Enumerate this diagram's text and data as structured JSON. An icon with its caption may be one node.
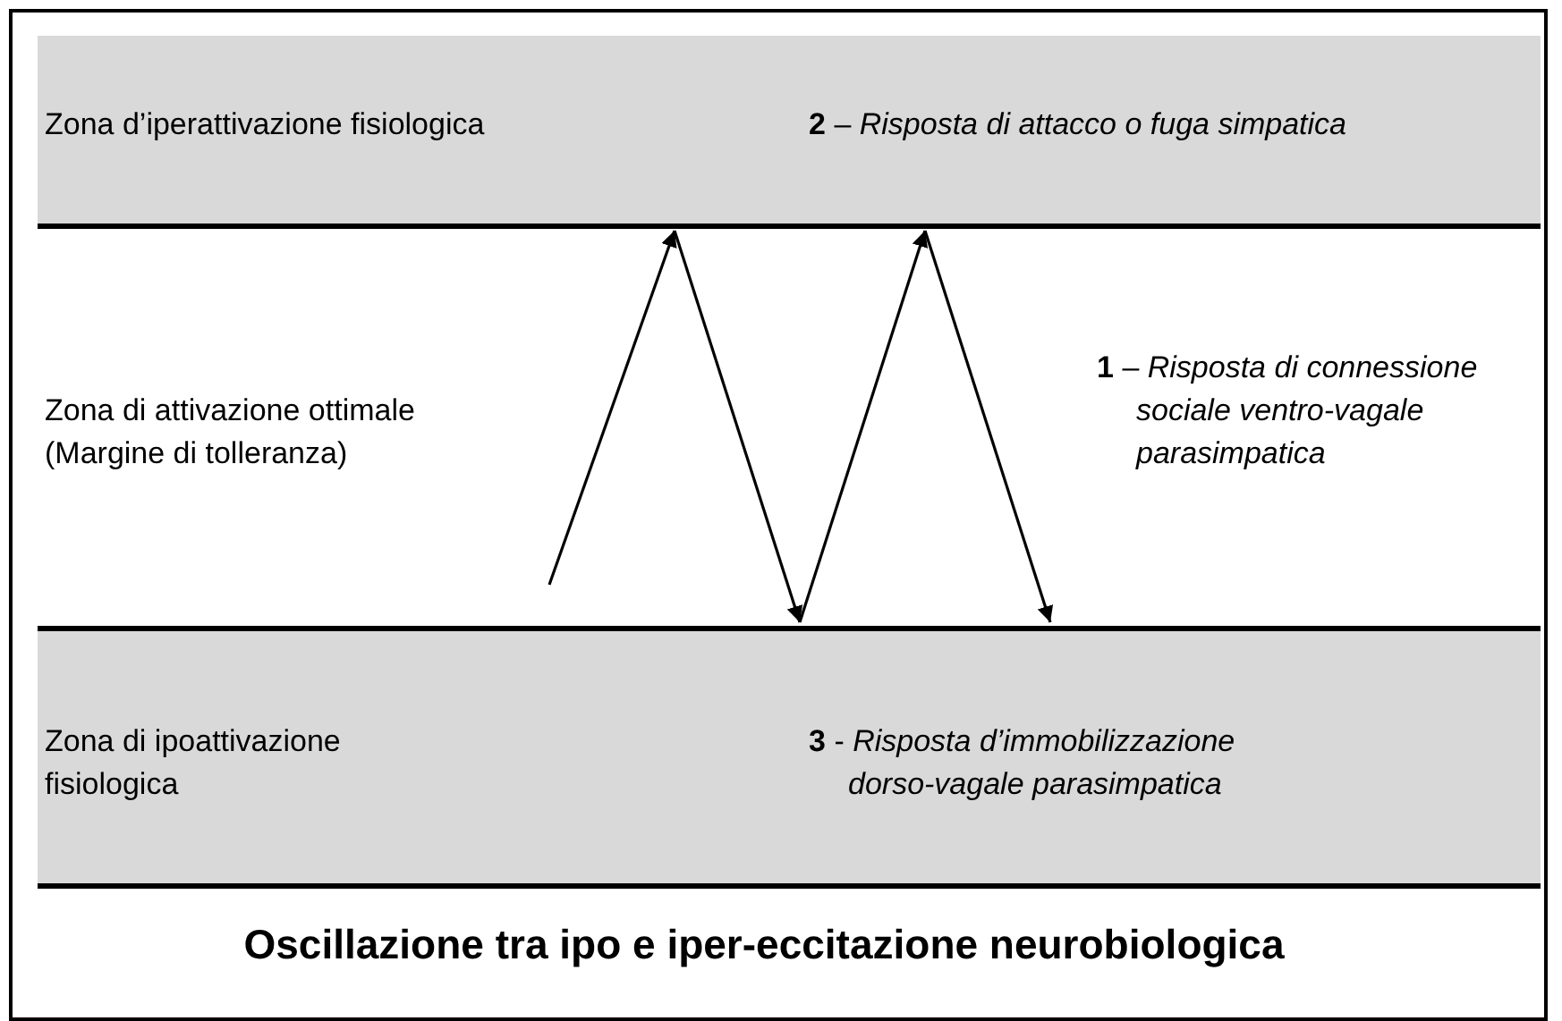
{
  "diagram": {
    "caption": "Oscillazione tra ipo e iper-eccitazione neurobiologica",
    "nodes": [
      {
        "text": [
          "Zona d’iperattivazione fisiologica",
          "**2** – *Risposta di attacco o fuga simpatica*"
        ]
      },
      {
        "text": [
          "Zona di attivazione ottimale (Margine di tolleranza)",
          "**1** – *Risposta di connessione sociale ventro-vagale parasimpatica*"
        ]
      },
      {
        "text": [
          "Zona di ipoattivazione fisiologica",
          "**3** - *Risposta d’immobilizzazione dorso-vagale parasimpatica*"
        ]
      }
    ],
    "edges": [
      {
        "from": null,
        "to": 0,
        "arrow": "to"
      },
      {
        "from": 0,
        "to": 2,
        "arrow": "to"
      },
      {
        "from": 2,
        "to": 0,
        "arrow": "to"
      },
      {
        "from": 0,
        "to": 2,
        "arrow": "to"
      }
    ]
  }
}
